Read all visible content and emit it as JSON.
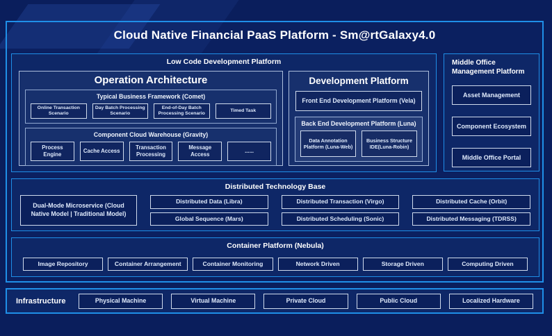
{
  "title": "Cloud Native Financial PaaS Platform - Sm@rtGalaxy4.0",
  "colors": {
    "background": "#0a1e5c",
    "panel_fill": "#0e2767",
    "accent_border": "#1f8fe8",
    "leaf_border": "#e2ecfa",
    "text": "#e9f1fc"
  },
  "low_code": {
    "label": "Low Code Development Platform",
    "operation_architecture": {
      "title": "Operation Architecture",
      "comet": {
        "title": "Typical Business Framework (Comet)",
        "items": [
          "Online Transaction Scenario",
          "Day Batch Processing Scenario",
          "End-of-Day Batch Processing Scenario",
          "Timed Task"
        ]
      },
      "gravity": {
        "title": "Component Cloud Warehouse (Gravity)",
        "items": [
          "Process Engine",
          "Cache Access",
          "Transaction Processing",
          "Message Access",
          "......"
        ]
      }
    },
    "development_platform": {
      "title": "Development Platform",
      "front_end": "Front End Development Platform (Vela)",
      "back_end": {
        "title": "Back End Development Platform (Luna)",
        "items": [
          "Data Annotation Platform (Luna-Web)",
          "Business Structure IDE(Luna-Robin)"
        ]
      }
    }
  },
  "middle_office": {
    "label": "Middle Office Management Platform",
    "items": [
      "Asset Management",
      "Component Ecosystem",
      "Middle Office Portal"
    ]
  },
  "distributed": {
    "label": "Distributed Technology Base",
    "microservice": "Dual-Mode Microservice (Cloud Native Model | Traditional Model)",
    "columns": [
      {
        "top": "Distributed Data (Libra)",
        "bottom": "Global Sequence (Mars)"
      },
      {
        "top": "Distributed Transaction (Virgo)",
        "bottom": "Distributed Scheduling (Sonic)"
      },
      {
        "top": "Distributed Cache (Orbit)",
        "bottom": "Distributed Messaging (TDRSS)"
      }
    ]
  },
  "container_platform": {
    "label": "Container Platform (Nebula)",
    "items": [
      "Image Repository",
      "Container Arrangement",
      "Container Monitoring",
      "Network Driven",
      "Storage Driven",
      "Computing Driven"
    ]
  },
  "infrastructure": {
    "label": "Infrastructure",
    "items": [
      "Physical Machine",
      "Virtual Machine",
      "Private Cloud",
      "Public Cloud",
      "Localized Hardware"
    ]
  }
}
